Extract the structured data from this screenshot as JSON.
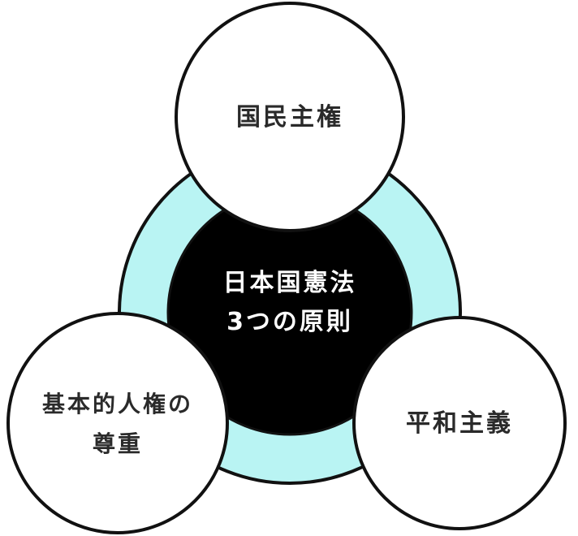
{
  "colors": {
    "outline": "#111111",
    "ring_fill": "#b9f4f3",
    "center_fill": "#000000",
    "center_text": "#ffffff",
    "petal_fill": "#ffffff",
    "petal_text": "#2a2a2a"
  },
  "center": {
    "line1": "日本国憲法",
    "line2": "3つの原則"
  },
  "principles": {
    "top": "国民主権",
    "left_line1": "基本的人権の",
    "left_line2": "尊重",
    "right": "平和主義"
  }
}
